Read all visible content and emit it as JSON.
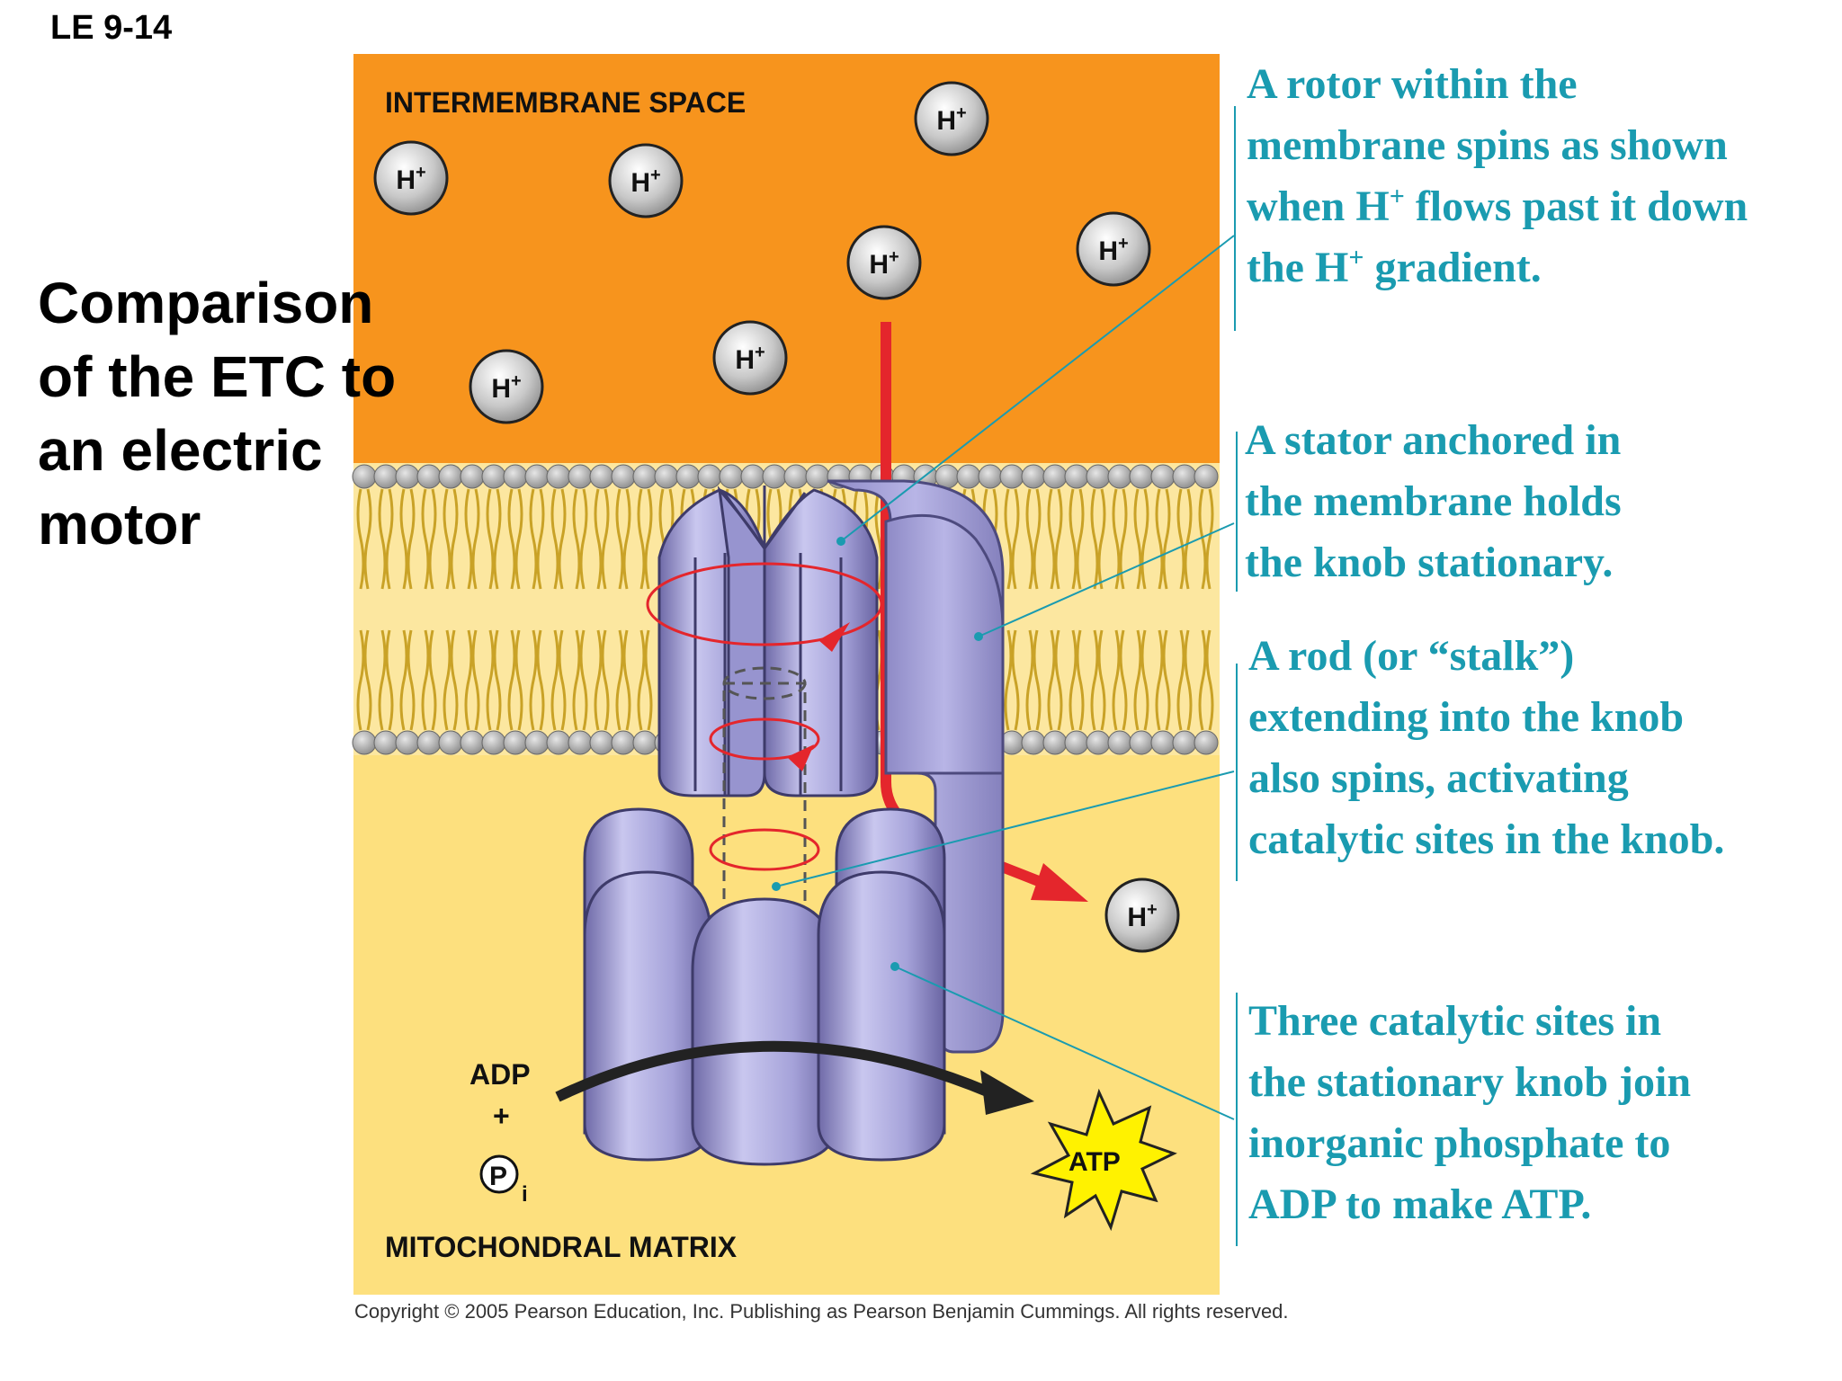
{
  "slide_label": "LE 9-14",
  "side_title": [
    "Comparison",
    "of the ETC to",
    "an electric",
    "motor"
  ],
  "diagram": {
    "intermembrane_label": "INTERMEMBRANE SPACE",
    "matrix_label": "MITOCHONDRAL MATRIX",
    "proton_label": "H+",
    "adp_label": "ADP",
    "plus_label": "+",
    "phosphate_label": "P",
    "phosphate_subscript": "i",
    "atp_label": "ATP"
  },
  "callouts": {
    "rotor": [
      "A rotor within the",
      "membrane spins as shown",
      "when H+ flows past it down",
      "the H+ gradient."
    ],
    "stator": [
      "A stator anchored in",
      "the membrane holds",
      "the knob stationary."
    ],
    "rod": [
      "A rod (or “stalk”)",
      "extending into the knob",
      "also spins, activating",
      "catalytic sites in the knob."
    ],
    "catalytic": [
      "Three catalytic sites in",
      "the stationary knob join",
      "inorganic phosphate to",
      "ADP to make ATP."
    ]
  },
  "copyright": "Copyright ©  2005 Pearson Education, Inc. Publishing as Pearson Benjamin Cummings. All rights reserved.",
  "colors": {
    "intermembrane": "#f7941d",
    "matrix": "#fde07e",
    "protein": "#a9a6dc",
    "protein_dark": "#7c78b6",
    "arrow_red": "#e4262c",
    "callout_teal": "#1a9bb0",
    "atp_burst": "#fff200"
  }
}
